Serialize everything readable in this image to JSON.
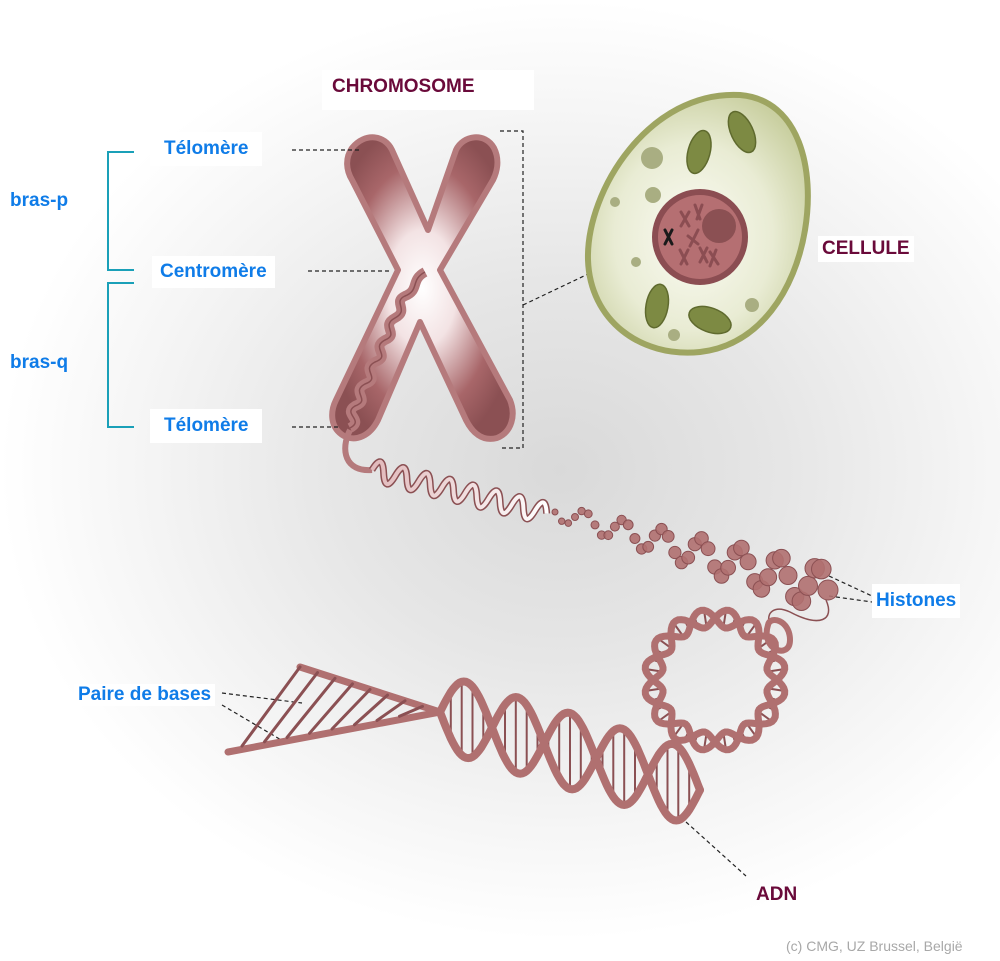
{
  "title": "CHROMOSOME",
  "labels": {
    "chromosome": "CHROMOSOME",
    "cell": "CELLULE",
    "arm_p": "bras-p",
    "arm_q": "bras-q",
    "telomere_top": "Télomère",
    "centromere": "Centromère",
    "telomere_bottom": "Télomère",
    "histones": "Histones",
    "base_pair": "Paire de bases",
    "dna": "ADN"
  },
  "credit": "(c) CMG, UZ Brussel, België",
  "colors": {
    "label_blue": "#0f7ce8",
    "label_maroon": "#6a0a3a",
    "chromosome_fill": "#8b5053",
    "chromosome_outline": "#b57a7c",
    "dna": "#b07070",
    "cell_membrane": "#9ea561",
    "cell_cytoplasm": "#eef0dc",
    "nucleus": "#b56f72",
    "mitochondria": "#7d8a43",
    "bracket": "#1aa0b8"
  }
}
